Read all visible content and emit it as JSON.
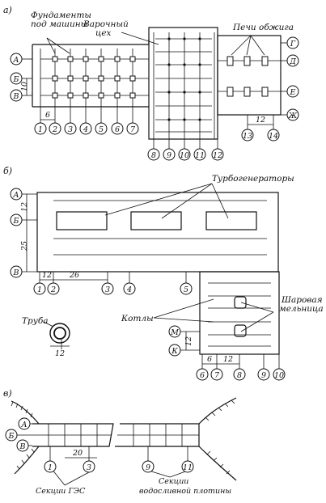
{
  "part_a": {
    "letter": "а)",
    "labels": {
      "foundations_l1": "Фундаменты",
      "foundations_l2": "под машины",
      "brewhouse_l1": "Варочный",
      "brewhouse_l2": "цех",
      "kilns": "Печи обжига"
    },
    "row_axes": [
      "А",
      "Б",
      "В",
      "Г",
      "Д",
      "Е",
      "Ж"
    ],
    "col_axes": [
      "1",
      "2",
      "3",
      "4",
      "5",
      "6",
      "7",
      "8",
      "9",
      "10",
      "11",
      "12",
      "13",
      "14"
    ],
    "dims": [
      "6",
      "10",
      "12"
    ]
  },
  "part_b": {
    "letter": "б)",
    "labels": {
      "turbogenerators": "Турбогенераторы",
      "chimney": "Труба",
      "boilers": "Котлы",
      "mill_l1": "Шаровая",
      "mill_l2": "мельница"
    },
    "row_axes": [
      "А",
      "Б",
      "В",
      "М",
      "К"
    ],
    "col_axes": [
      "1",
      "2",
      "3",
      "4",
      "5",
      "6",
      "7",
      "8",
      "9",
      "10"
    ],
    "dims": [
      "12",
      "25",
      "12",
      "26",
      "12",
      "6",
      "12",
      "12"
    ]
  },
  "part_c": {
    "letter": "в)",
    "labels": {
      "hes_sections": "Секции ГЭС",
      "spillway_l1": "Секции",
      "spillway_l2": "водосливной плотины"
    },
    "row_axes": [
      "А",
      "Б",
      "В"
    ],
    "col_axes": [
      "1",
      "3",
      "9",
      "11"
    ],
    "dims": [
      "20"
    ]
  }
}
